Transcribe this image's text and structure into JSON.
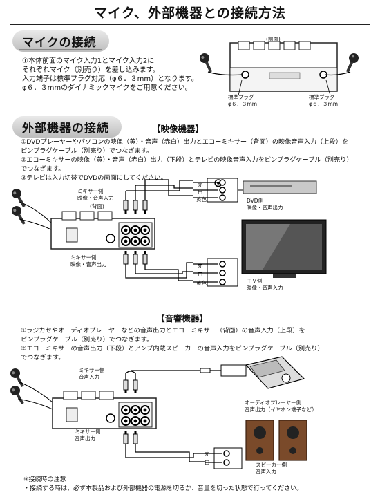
{
  "title": "マイク、外部機器との接続方法",
  "mic_section": {
    "heading": "マイクの接続",
    "lines": [
      "①本体前面のマイク入力1とマイク入力2に",
      "それぞれマイク（別売り）を差し込みます。",
      "入力端子は標準プラグ対応（φ６．３mm）となります。",
      "φ６．３mmのダイナミックマイクをご用意ください。"
    ],
    "front_label": "(前面)",
    "plug_left": [
      "標準プラグ",
      "φ６．３mm"
    ],
    "plug_right": [
      "標準プラグ",
      "φ６．３mm"
    ]
  },
  "ext_section": {
    "heading": "外部機器の接続",
    "video_label": "【映像機器】",
    "video_lines": [
      "①DVDプレーヤーやパソコンの映像（黄）・音声（赤白）出力とエコーミキサー（背面）の映像音声入力（上段）を",
      "ピンプラグケーブル（別売り）でつなぎます。",
      "②エコーミキサーの映像（黄）・音声（赤白）出力（下段）とテレビの映像音声入力をピンプラグケーブル（別売り）",
      "でつなぎます。",
      "③テレビは入力切替でDVDの画面にしてください。"
    ],
    "mixer_in_label": [
      "ミキサー側",
      "映像・音声入力"
    ],
    "rear_label": "(背面)",
    "mixer_out_label": [
      "ミキサー側",
      "映像・音声出力"
    ],
    "dvd_label": [
      "DVD側",
      "映像・音声出力"
    ],
    "tv_label": [
      "ＴＶ側",
      "映像・音声入力"
    ],
    "jack_colors": [
      "赤",
      "白",
      "黄色"
    ]
  },
  "audio_section": {
    "heading": "【音響機器】",
    "lines": [
      "①ラジカセやオーディオプレーヤーなどの音声出力とエコーミキサー（背面）の音声入力（上段）を",
      "ピンプラグケーブル（別売り）でつなぎます。",
      "②エコーミキサーの音声出力（下段）とアンプ内蔵スピーカーの音声入力をピンプラグケーブル（別売り）",
      "でつなぎます。"
    ],
    "mixer_in_label": [
      "ミキサー側",
      "音声入力"
    ],
    "mixer_out_label": [
      "ミキサー側",
      "音声出力"
    ],
    "player_label": [
      "オーディオプレーヤー側",
      "音声出力（イヤホン端子など）"
    ],
    "speaker_label": [
      "スピーカー側",
      "音声入力"
    ],
    "jack_colors": [
      "赤",
      "白"
    ]
  },
  "notes": {
    "heading": "※接続時の注意",
    "line": "・接続する時は、必ず本製品および外部機器の電源を切るか、音量を切った状態で行ってください。"
  }
}
